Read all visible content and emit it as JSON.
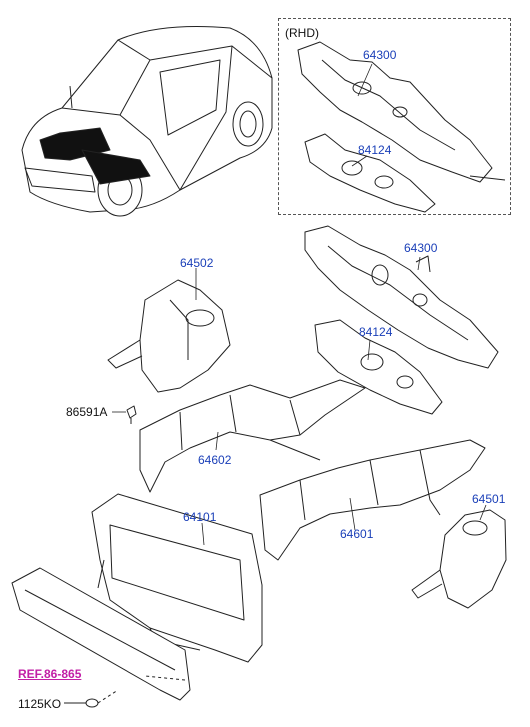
{
  "region_label": "(RHD)",
  "callouts": {
    "rhd_dash_panel": "64300",
    "rhd_insulator": "84124",
    "dash_panel": "64300",
    "insulator": "84124",
    "apron_lh": "64502",
    "clip": "86591A",
    "member_lh": "64602",
    "carrier": "64101",
    "member_rh": "64601",
    "apron_rh": "64501",
    "bolt": "1125KO"
  },
  "reference_link": "REF.86-865",
  "colors": {
    "part_number": "#1a3fb8",
    "reference": "#c21fa6",
    "line": "#222222"
  }
}
